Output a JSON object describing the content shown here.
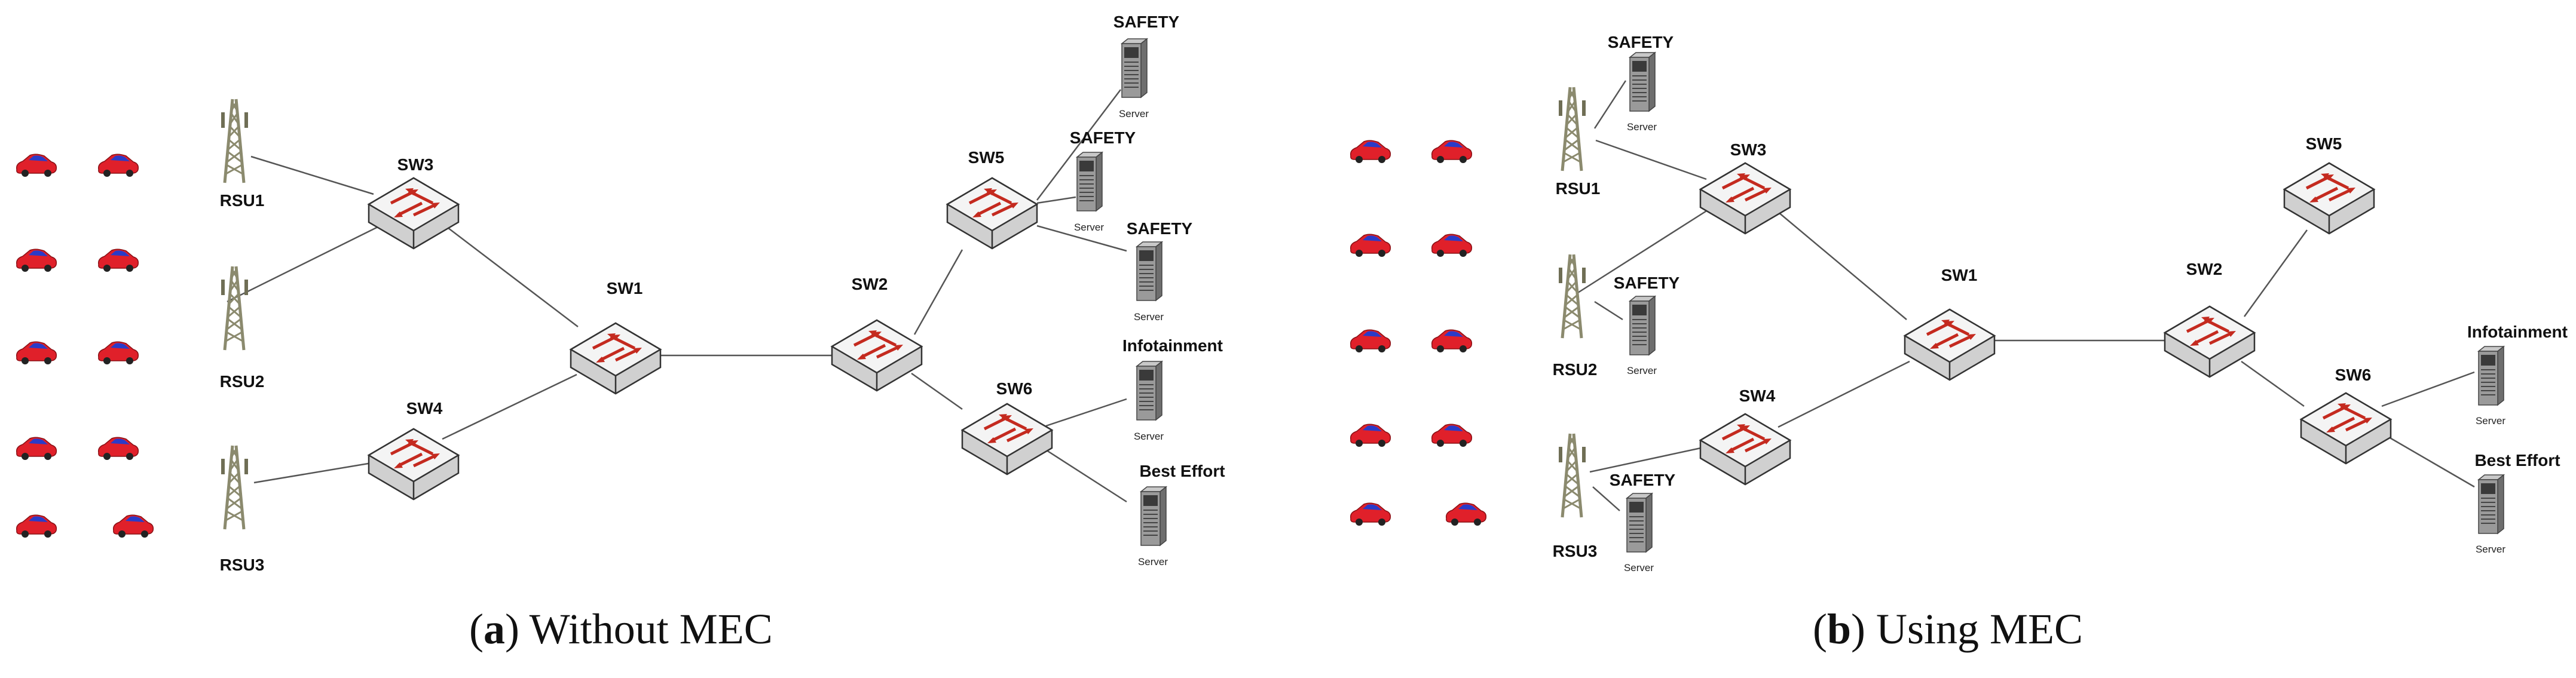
{
  "panels": {
    "a": {
      "caption_letter": "a",
      "caption_text": "Without MEC",
      "switches": [
        "SW1",
        "SW2",
        "SW3",
        "SW4",
        "SW5",
        "SW6"
      ],
      "rsus": [
        "RSU1",
        "RSU2",
        "RSU3"
      ],
      "servers": [
        {
          "service": "SAFETY",
          "label": "Server"
        },
        {
          "service": "SAFETY",
          "label": "Server"
        },
        {
          "service": "SAFETY",
          "label": "Server"
        },
        {
          "service": "Infotainment",
          "label": "Server"
        },
        {
          "service": "Best Effort",
          "label": "Server"
        }
      ]
    },
    "b": {
      "caption_letter": "b",
      "caption_text": "Using MEC",
      "switches": [
        "SW1",
        "SW2",
        "SW3",
        "SW4",
        "SW5",
        "SW6"
      ],
      "rsus": [
        "RSU1",
        "RSU2",
        "RSU3"
      ],
      "servers": [
        {
          "service": "SAFETY",
          "label": "Server"
        },
        {
          "service": "SAFETY",
          "label": "Server"
        },
        {
          "service": "SAFETY",
          "label": "Server"
        },
        {
          "service": "Infotainment",
          "label": "Server"
        },
        {
          "service": "Best Effort",
          "label": "Server"
        }
      ]
    }
  },
  "colors": {
    "switch_face": "#f4f4f4",
    "switch_arrows": "#c42a1f",
    "car_body": "#e0202a",
    "car_roof": "#2a3bc8",
    "tower": "#8b8a6e",
    "server": "#808080",
    "link": "#555555"
  },
  "icons": [
    "vehicle-icon",
    "rsu-tower-icon",
    "switch-icon",
    "server-icon"
  ]
}
